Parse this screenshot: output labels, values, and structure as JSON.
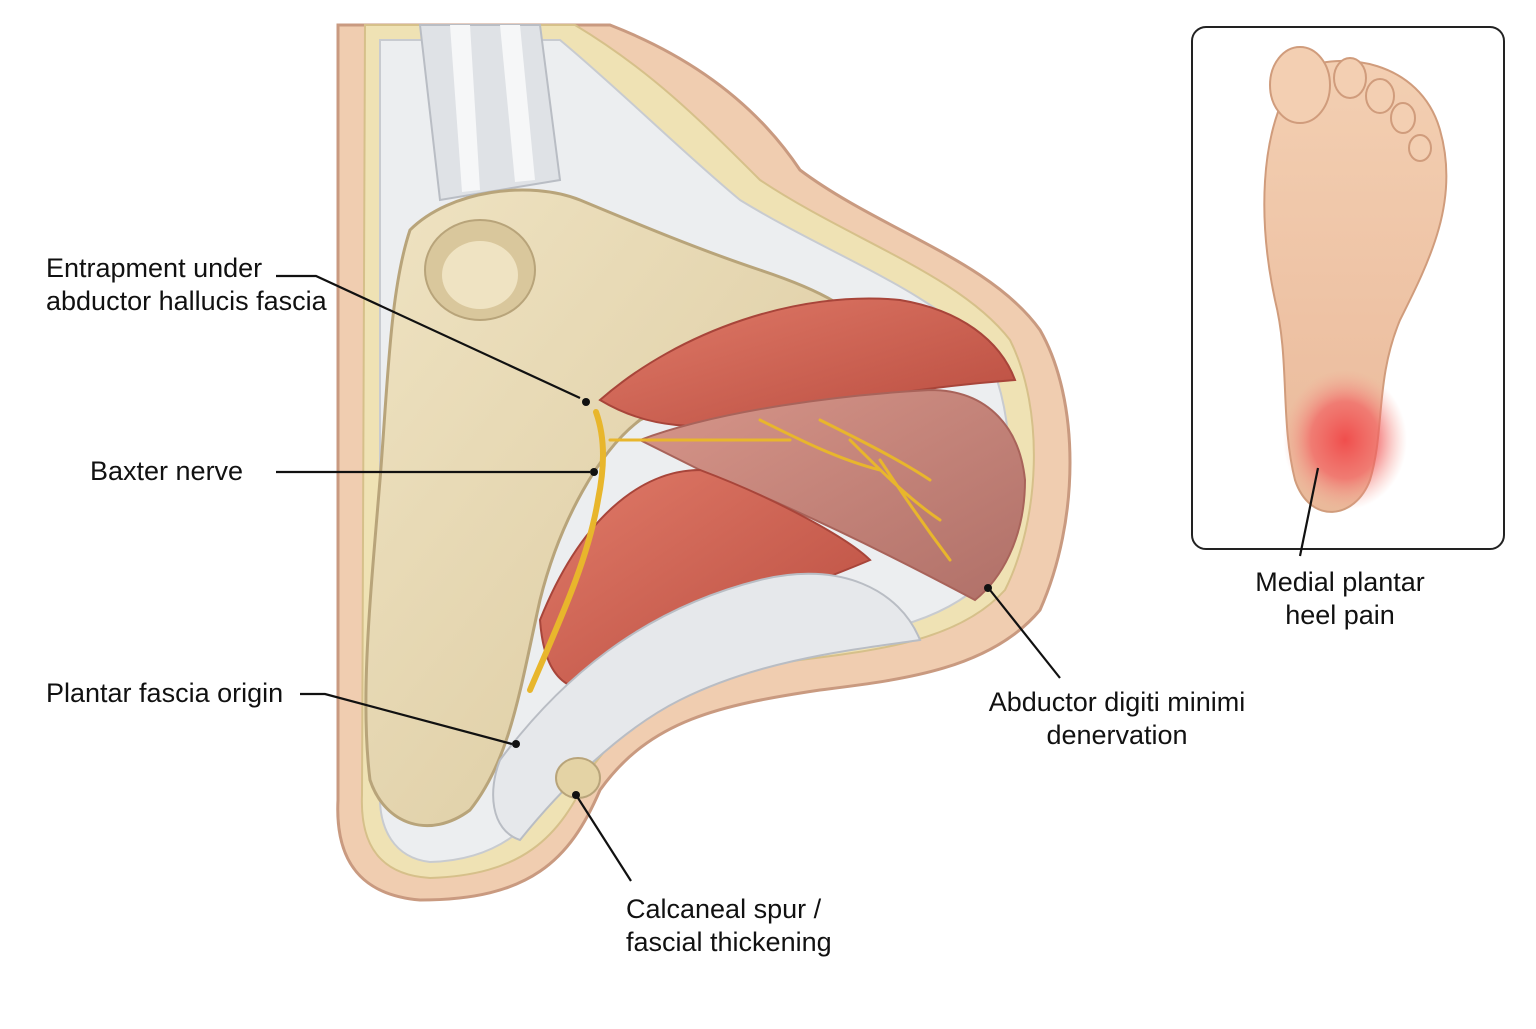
{
  "labels": {
    "entrapment": [
      "Entrapment under",
      "abductor hallucis fascia"
    ],
    "baxter_nerve": [
      "Baxter nerve"
    ],
    "plantar_fascia": [
      "Plantar fascia origin"
    ],
    "calcaneal_spur": [
      "Calcaneal spur /",
      "fascial thickening"
    ],
    "abductor_digiti": [
      "Abductor digiti minimi",
      "denervation"
    ],
    "heel_pain": [
      "Medial plantar",
      "heel pain"
    ]
  },
  "colors": {
    "skin": "#f0cdb0",
    "skin_edge": "#c99a80",
    "fat": "#efe2b4",
    "bone": "#e6d7b0",
    "bone_edge": "#b8a47a",
    "muscle": "#d96a5a",
    "muscle_dark": "#b84a3e",
    "nerve": "#e8b62c",
    "fascia": "#eceef0",
    "pain": "#f04848",
    "leader": "#111111"
  },
  "icons": [
    "foot-sole-icon"
  ]
}
